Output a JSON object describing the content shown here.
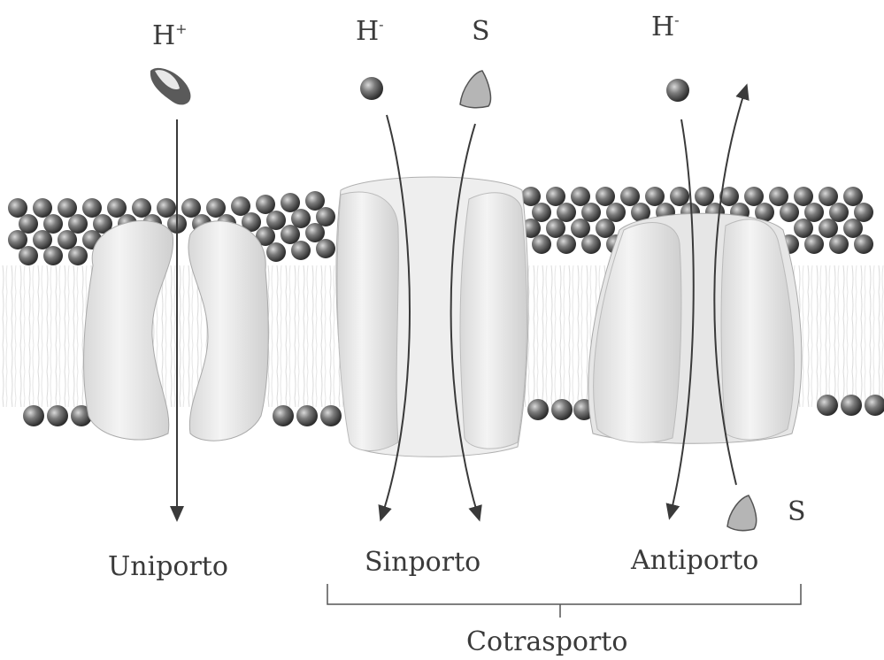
{
  "labels": {
    "ion_uniport": "H",
    "ion_uniport_sup": "+",
    "ion_symport": "H",
    "ion_symport_sup": "-",
    "substrate_symport": "S",
    "ion_antiport": "H",
    "ion_antiport_sup": "-",
    "substrate_antiport": "S",
    "uniport": "Uniporto",
    "symport": "Sinporto",
    "antiport": "Antiporto",
    "cotransport": "Cotrasporto"
  },
  "colors": {
    "ink": "#3a3a3a",
    "protein": "#ececec",
    "lipid_head": "#6f6f6f"
  }
}
